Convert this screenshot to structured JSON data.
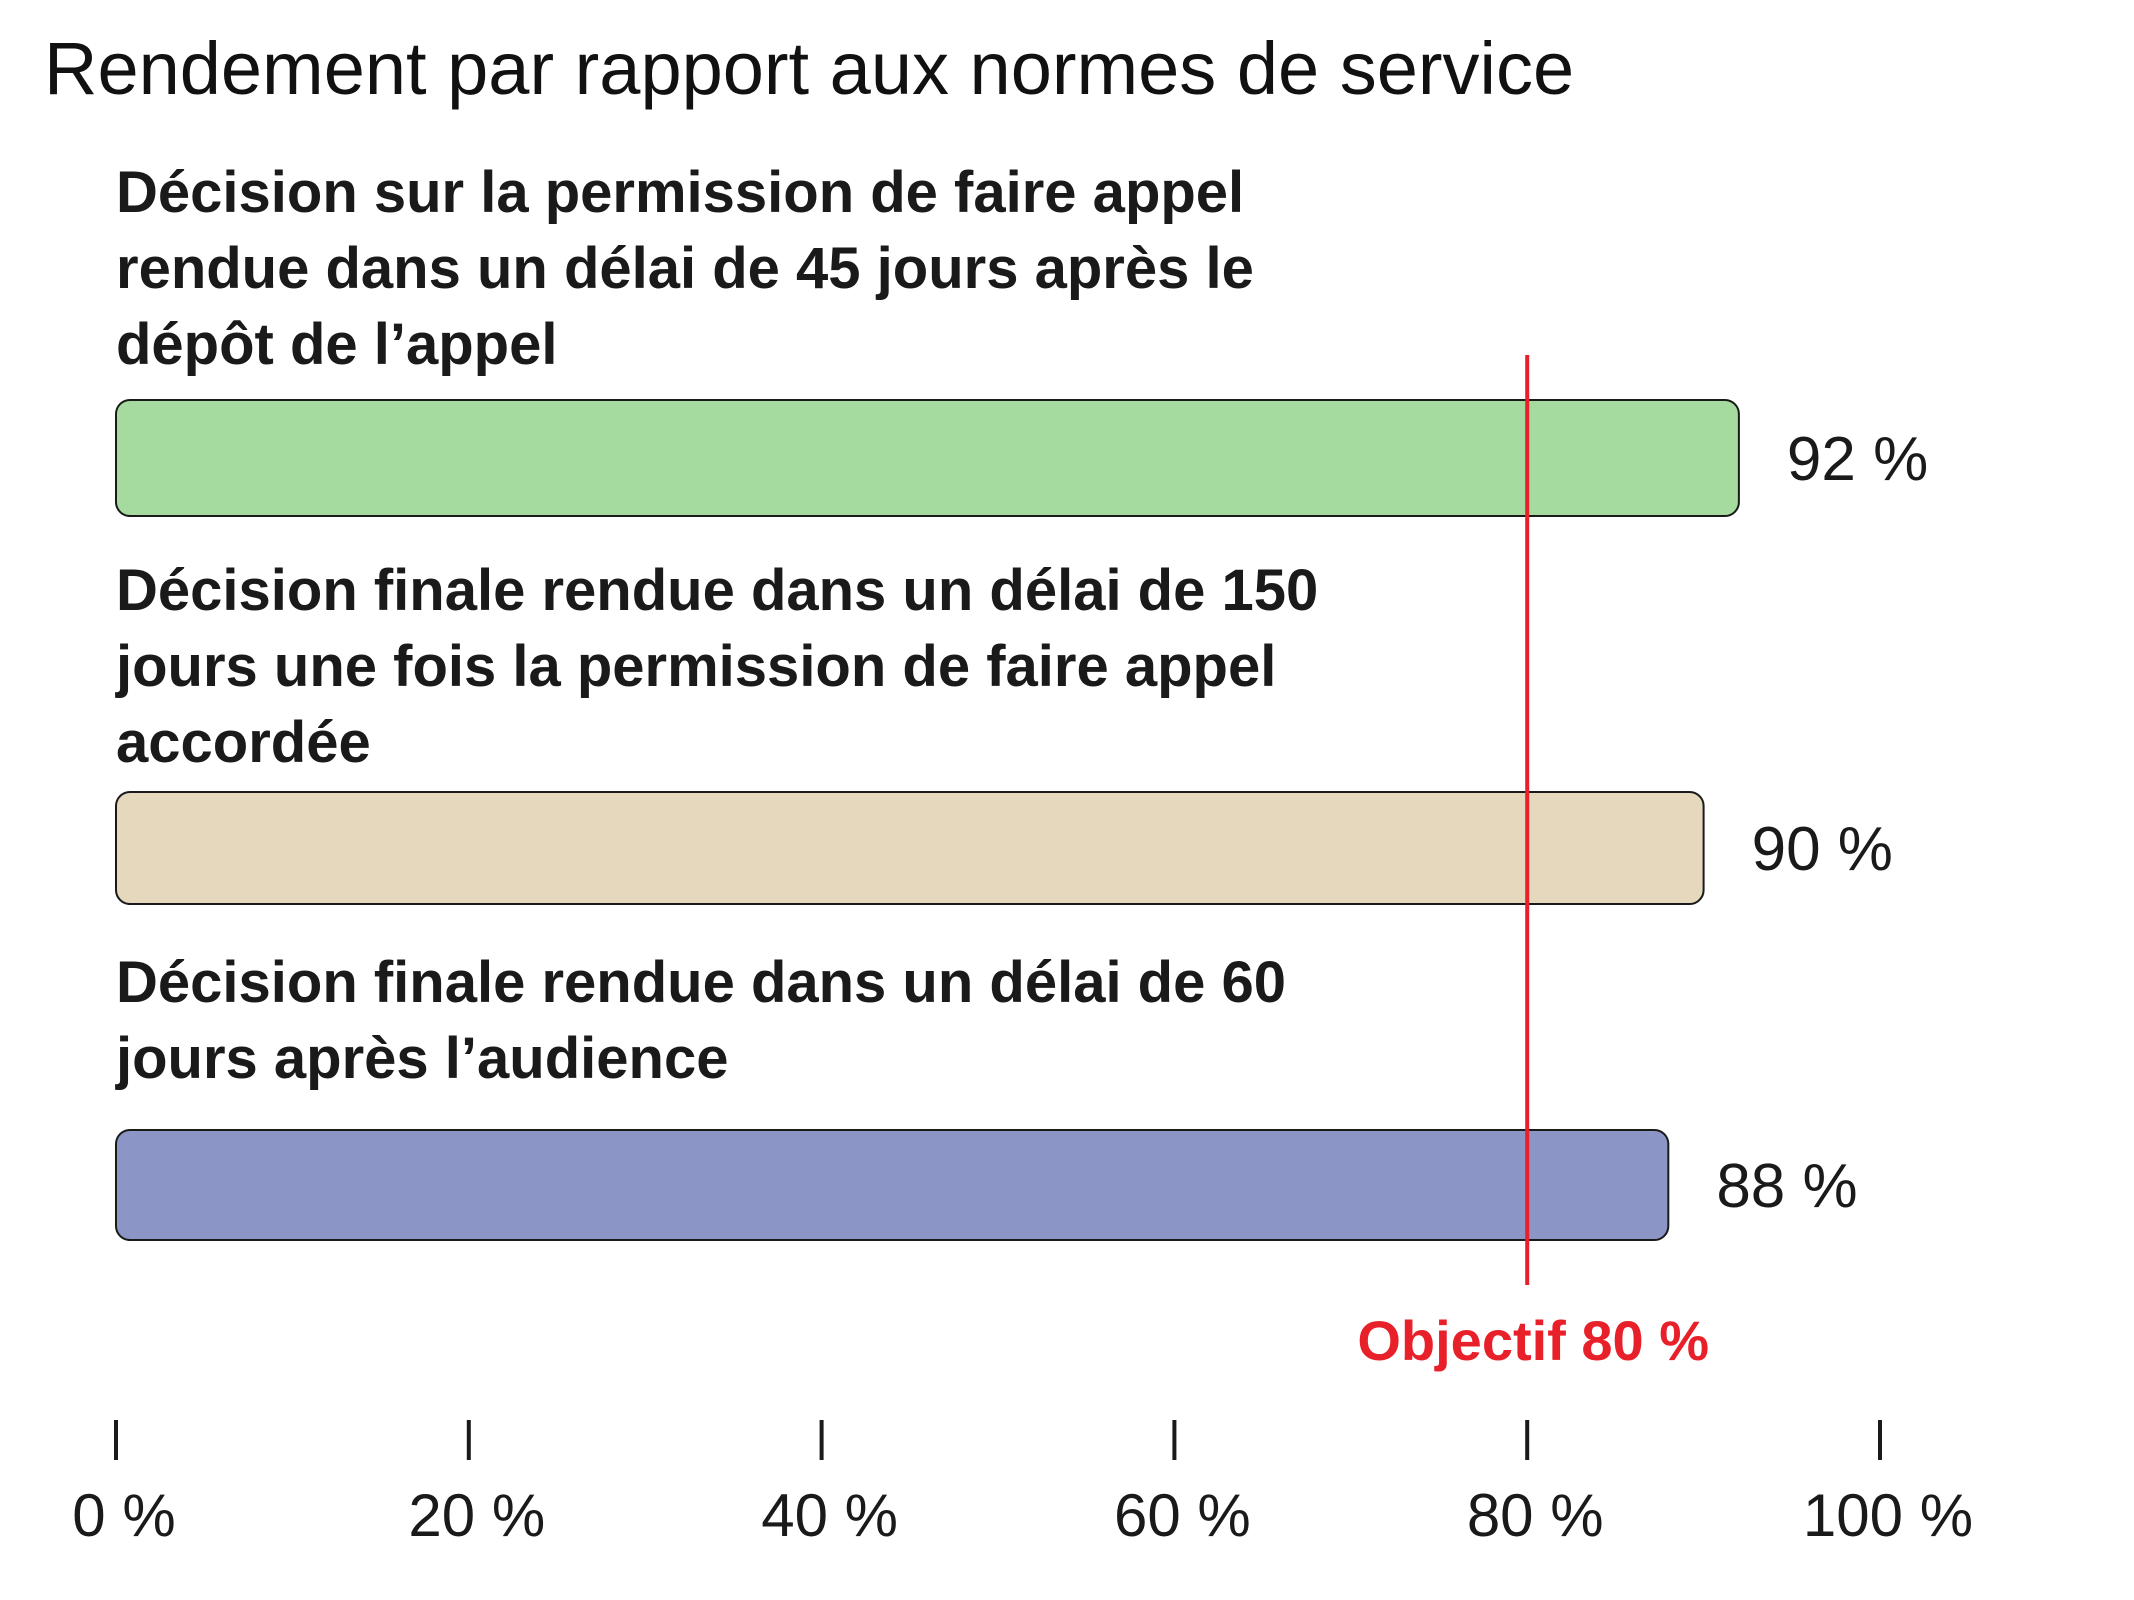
{
  "chart_data": {
    "type": "bar",
    "orientation": "horizontal",
    "title": "Rendement par rapport aux normes de service",
    "categories": [
      [
        "Décision sur la permission de faire appel",
        "rendue dans un délai de 45 jours après le",
        "dépôt de l’appel"
      ],
      [
        "Décision finale rendue dans un délai de 150",
        "jours une fois la permission de faire appel",
        "accordée"
      ],
      [
        "Décision finale rendue dans un délai de 60",
        "jours après l’audience"
      ]
    ],
    "values": [
      92,
      90,
      88
    ],
    "value_labels": [
      "92 %",
      "90 %",
      "88 %"
    ],
    "colors": [
      "#a6dba0",
      "#e5d8bd",
      "#8c96c6"
    ],
    "xlim": [
      0,
      100
    ],
    "ticks": [
      0,
      20,
      40,
      60,
      80,
      100
    ],
    "tick_labels": [
      "0 %",
      "20 %",
      "40 %",
      "60 %",
      "80 %",
      "100 %"
    ],
    "target": {
      "value": 80,
      "label": "Objectif 80 %",
      "color": "#e8202a"
    },
    "grid": false,
    "legend": "none"
  }
}
